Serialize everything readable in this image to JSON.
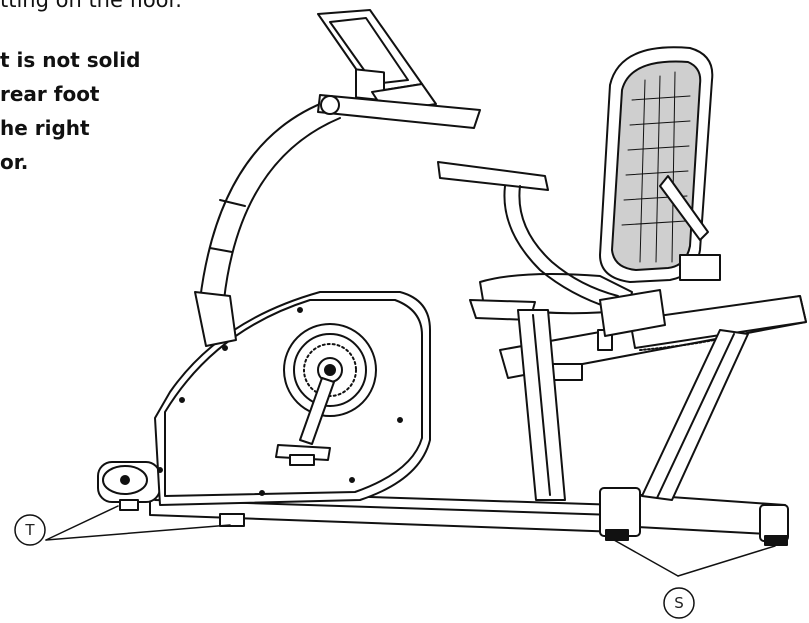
{
  "instruction": {
    "line0": "tting on the floor.",
    "line1": "t is not solid",
    "line2": "rear foot",
    "line3": "he right",
    "line4": "or."
  },
  "callouts": {
    "t": "T",
    "s": "S"
  },
  "colors": {
    "ink": "#111111",
    "paper": "#ffffff",
    "shade": "#cfcfcf"
  },
  "icons": {
    "bike": "recumbent-exercise-bike-drawing"
  }
}
